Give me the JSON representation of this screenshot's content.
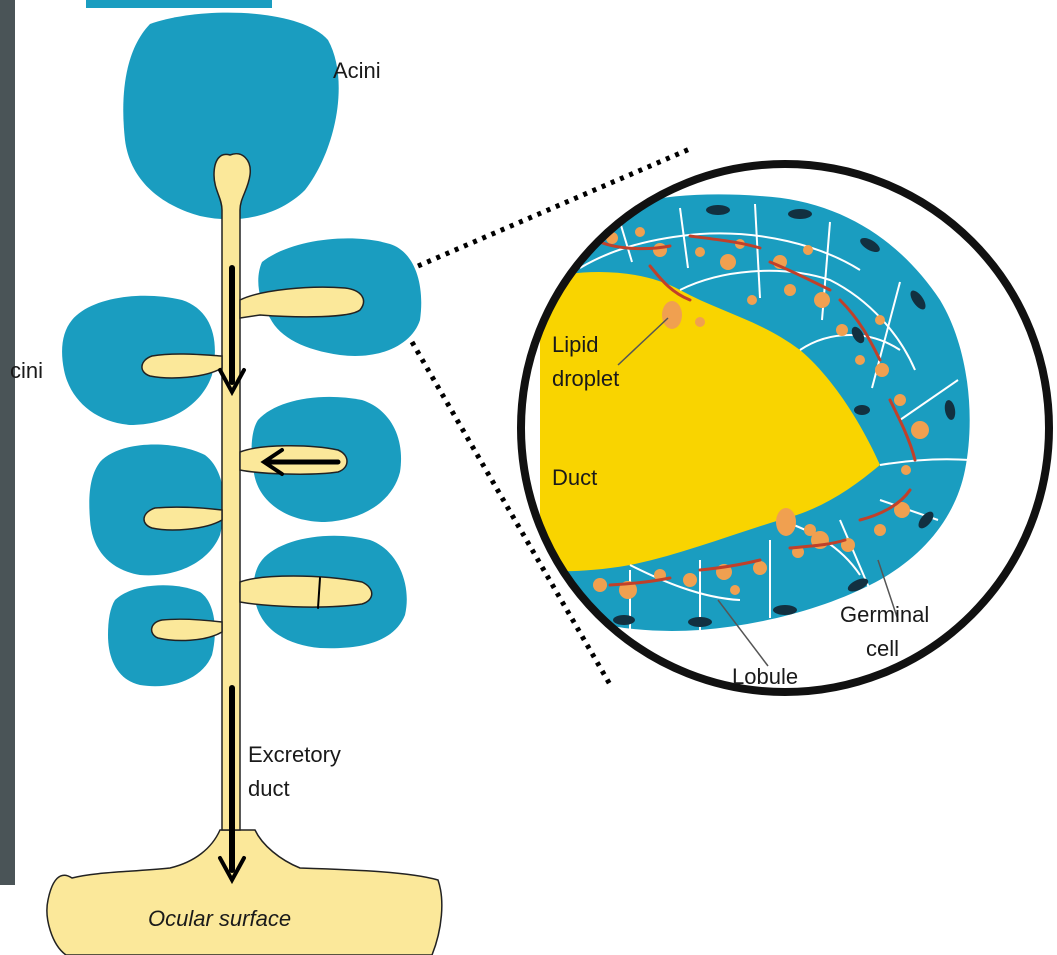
{
  "labels": {
    "acini_top": "Acini",
    "acini_left": "cini",
    "excretory_line1": "Excretory",
    "excretory_line2": "duct",
    "ocular_surface": "Ocular surface",
    "lipid_line1": "Lipid",
    "lipid_line2": "droplet",
    "duct": "Duct",
    "germinal_line1": "Germinal",
    "germinal_line2": "cell",
    "lobule": "Lobule"
  },
  "colors": {
    "acinus": "#1a9dc0",
    "duct": "#fbe89a",
    "lumen": "#f9d400",
    "lipid": "#f0a050",
    "nucleus": "#123040",
    "sidebar": "#4a5457",
    "banner": "#1a9dc0"
  }
}
